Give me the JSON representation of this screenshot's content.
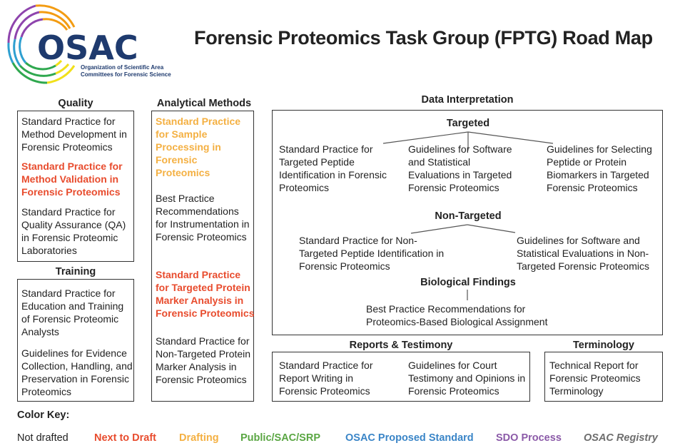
{
  "logo": {
    "acronym": "OSAC",
    "subtitle_line1": "Organization of Scientific Area",
    "subtitle_line2": "Committees for Forensic Science",
    "ring_colors": [
      "#8e44ad",
      "#f39c12",
      "#f1e01a",
      "#2fa84f",
      "#2e9fd0"
    ]
  },
  "title": "Forensic Proteomics Task Group (FPTG) Road Map",
  "status_colors": {
    "not_drafted": "#222222",
    "next_to_draft": "#e84c2e",
    "drafting": "#f4b042",
    "public_sac_srp": "#5aa643",
    "osac_proposed": "#3a85c7",
    "sdo_process": "#8b5aa8",
    "osac_registry": "#6e6e6e"
  },
  "quality": {
    "title": "Quality",
    "items": [
      {
        "text": "Standard Practice for Method Development in Forensic Proteomics",
        "status": "not_drafted"
      },
      {
        "text": "Standard Practice for Method Validation in Forensic Proteomics",
        "status": "next_to_draft"
      },
      {
        "text": "Standard Practice for Quality Assurance (QA) in Forensic Proteomic Laboratories",
        "status": "not_drafted"
      }
    ]
  },
  "training": {
    "title": "Training",
    "items": [
      {
        "text": "Standard Practice for Education and Training of Forensic Proteomic Analysts",
        "status": "not_drafted"
      },
      {
        "text": "Guidelines for Evidence Collection, Handling, and Preservation in Forensic Proteomics",
        "status": "not_drafted"
      }
    ]
  },
  "analytical_methods": {
    "title": "Analytical Methods",
    "items": [
      {
        "text": "Standard Practice for Sample Processing in Forensic Proteomics",
        "status": "drafting"
      },
      {
        "text": "Best Practice Recommendations for Instrumentation in Forensic Proteomics",
        "status": "not_drafted"
      },
      {
        "text": "Standard Practice for Targeted Protein Marker Analysis in Forensic Proteomics",
        "status": "next_to_draft"
      },
      {
        "text": "Standard Practice for Non-Targeted Protein Marker Analysis in Forensic Proteomics",
        "status": "not_drafted"
      }
    ]
  },
  "data_interpretation": {
    "title": "Data Interpretation",
    "targeted": {
      "title": "Targeted",
      "items": [
        {
          "text": "Standard Practice for Targeted Peptide Identification in Forensic Proteomics",
          "status": "not_drafted"
        },
        {
          "text": "Guidelines for Software and Statistical Evaluations in Targeted Forensic Proteomics",
          "status": "not_drafted"
        },
        {
          "text": "Guidelines for Selecting Peptide or Protein Biomarkers in Targeted Forensic Proteomics",
          "status": "not_drafted"
        }
      ]
    },
    "non_targeted": {
      "title": "Non-Targeted",
      "items": [
        {
          "text": "Standard Practice for Non-Targeted Peptide Identification in Forensic Proteomics",
          "status": "not_drafted"
        },
        {
          "text": "Guidelines for Software and Statistical Evaluations in Non-Targeted Forensic Proteomics",
          "status": "not_drafted"
        }
      ]
    },
    "biological_findings": {
      "title": "Biological Findings",
      "items": [
        {
          "text": "Best Practice Recommendations for Proteomics-Based Biological Assignment",
          "status": "not_drafted"
        }
      ]
    }
  },
  "reports_testimony": {
    "title": "Reports & Testimony",
    "items": [
      {
        "text": "Standard Practice for Report Writing in Forensic Proteomics",
        "status": "not_drafted"
      },
      {
        "text": "Guidelines for Court Testimony and Opinions in Forensic Proteomics",
        "status": "not_drafted"
      }
    ]
  },
  "terminology": {
    "title": "Terminology",
    "items": [
      {
        "text": "Technical Report for Forensic Proteomics Terminology",
        "status": "not_drafted"
      }
    ]
  },
  "color_key": {
    "label": "Color Key:",
    "entries": [
      {
        "label": "Not drafted",
        "status": "not_drafted"
      },
      {
        "label": "Next to Draft",
        "status": "next_to_draft"
      },
      {
        "label": "Drafting",
        "status": "drafting"
      },
      {
        "label": "Public/SAC/SRP",
        "status": "public_sac_srp"
      },
      {
        "label": "OSAC Proposed Standard",
        "status": "osac_proposed"
      },
      {
        "label": "SDO Process",
        "status": "sdo_process"
      },
      {
        "label": "OSAC Registry",
        "status": "osac_registry"
      }
    ]
  }
}
